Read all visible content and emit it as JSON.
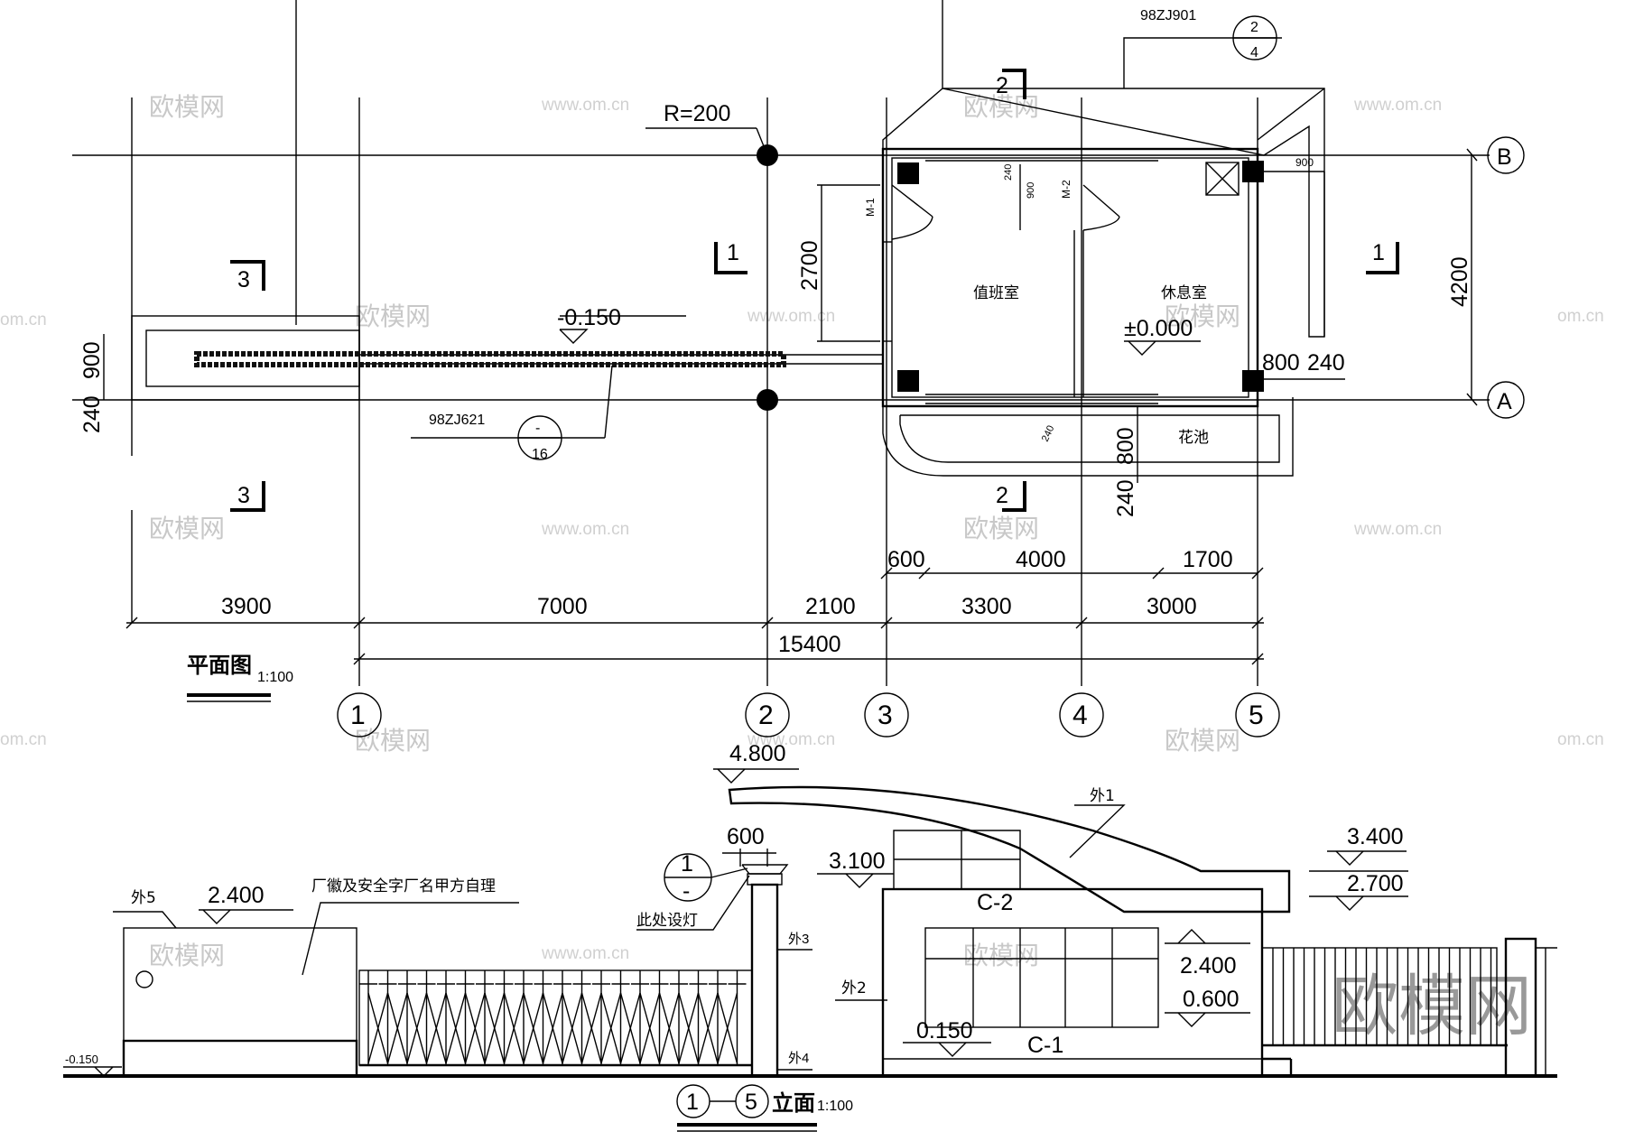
{
  "plan": {
    "title": "平面图",
    "scale": "1:100",
    "ref_top": "98ZJ901",
    "ref_top_num": "2",
    "ref_top_den": "4",
    "radius": "R=200",
    "elev_path": "-0.150",
    "ref_mid": "98ZJ621",
    "ref_mid_num": "-",
    "ref_mid_den": "16",
    "room_duty": "值班室",
    "room_rest": "休息室",
    "elev_floor": "±0.000",
    "flower_bed": "花池",
    "door_m1": "M-1",
    "door_m2": "M-2",
    "dims": {
      "d3900": "3900",
      "d7000": "7000",
      "d2100": "2100",
      "d3300": "3300",
      "d3000": "3000",
      "d15400": "15400",
      "d600": "600",
      "d4000": "4000",
      "d1700": "1700",
      "d2700": "2700",
      "d4200": "4200",
      "d900r": "900",
      "d800a": "800",
      "d240a": "240",
      "d800b": "800",
      "d240b": "240",
      "d240l": "240",
      "d900l": "900",
      "d240s": "240",
      "d900s": "900",
      "dwall": "240"
    },
    "axes": [
      "1",
      "2",
      "3",
      "4",
      "5"
    ],
    "rows": [
      "A",
      "B"
    ],
    "sections": {
      "s1": "1",
      "s2": "2",
      "s3": "3"
    }
  },
  "elevation": {
    "title": "立面",
    "scale": "1:100",
    "from_axis": "1",
    "to_axis": "5",
    "e4800": "4.800",
    "e3400": "3.400",
    "e2700": "2.700",
    "e3100": "3.100",
    "e2400a": "2.400",
    "e2400b": "2.400",
    "e0600": "0.600",
    "e0150": "0.150",
    "en0150": "-0.150",
    "d600": "600",
    "c1": "C-1",
    "c2": "C-2",
    "w1": "外1",
    "w2": "外2",
    "w3": "外3",
    "w4": "外4",
    "w5": "外5",
    "note_sign": "厂徽及安全字厂名甲方自理",
    "note_lamp": "此处设灯",
    "detail_num": "1",
    "detail_den": "-"
  },
  "watermark": {
    "brand": "欧模网",
    "url": "www.om.cn",
    "url_short": "om.cn"
  }
}
